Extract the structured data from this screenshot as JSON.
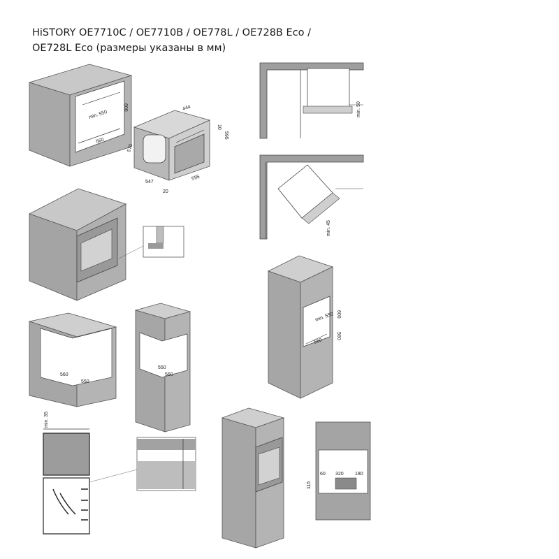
{
  "title": {
    "line1": "HiSTORY OE7710C / OE7710B / OE778L / OE728B Eco /",
    "line2": "OE728L Eco     (размеры указаны в мм)"
  },
  "cabinet_niche": {
    "depth": "min. 550",
    "height": "600",
    "width": "560"
  },
  "oven_dims": {
    "width_top": "444",
    "top_offset": "10",
    "height": "595",
    "depth": "547",
    "width_front": "595",
    "depth_side": "570",
    "door": "20"
  },
  "corner_top": {
    "gap": "min. 50"
  },
  "corner_diagonal": {
    "gap": "min. 45"
  },
  "tall_cabinet": {
    "niche_height": "600",
    "depth": "min. 550",
    "width": "560",
    "bottom": "560"
  },
  "base_open": {
    "w1": "560",
    "w2": "550"
  },
  "column_open": {
    "w1": "550",
    "w2": "560"
  },
  "clearance_side": {
    "gap": "min. 35"
  },
  "vent_cutout": {
    "left": "60",
    "middle": "320",
    "right": "180",
    "height": "115"
  },
  "colors": {
    "cabinet": "#a4a4a4",
    "cabinet_dark": "#7a7a7a",
    "cabinet_light": "#c6c6c6",
    "line": "#333333"
  }
}
